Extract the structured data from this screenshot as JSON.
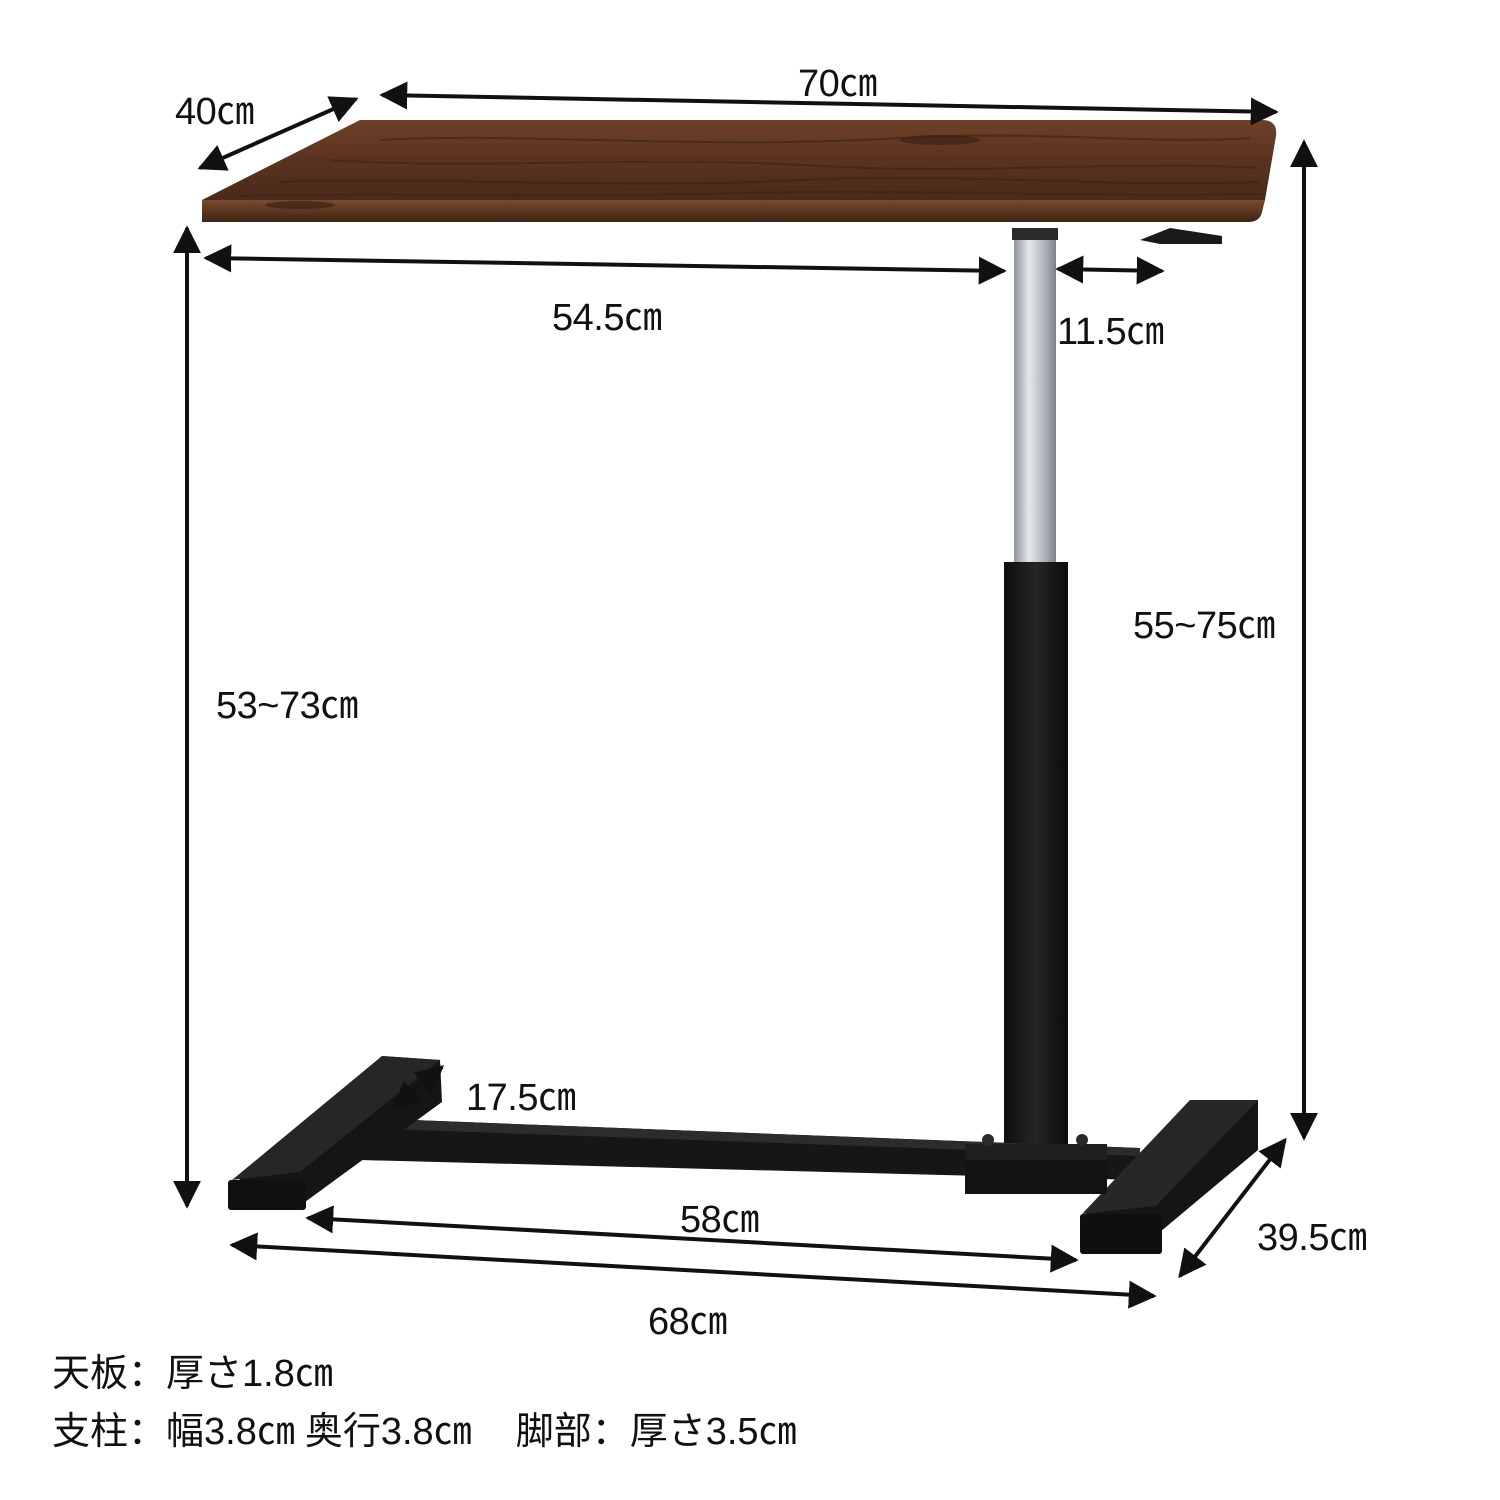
{
  "dimensions": {
    "top_depth": "40㎝",
    "top_width": "70㎝",
    "top_to_pole": "54.5㎝",
    "pole_to_edge": "11.5㎝",
    "height_outer": "55~75㎝",
    "height_inner": "53~73㎝",
    "foot_width": "17.5㎝",
    "base_inner": "58㎝",
    "base_outer": "68㎝",
    "base_depth": "39.5㎝"
  },
  "specs": {
    "line1": {
      "part": "天板",
      "sep": "：",
      "value": "厚さ1.8㎝"
    },
    "line2": {
      "part": "支柱",
      "sep": "：",
      "width": "幅3.8㎝",
      "depth": "奥行3.8㎝",
      "part2": "脚部",
      "sep2": "：",
      "value2": "厚さ3.5㎝"
    }
  },
  "colors": {
    "wood_dark": "#4a2a1a",
    "wood_mid": "#6e4128",
    "frame_black": "#141414",
    "pole_silver": "#b8bcc2",
    "dimension_line": "#111111"
  }
}
